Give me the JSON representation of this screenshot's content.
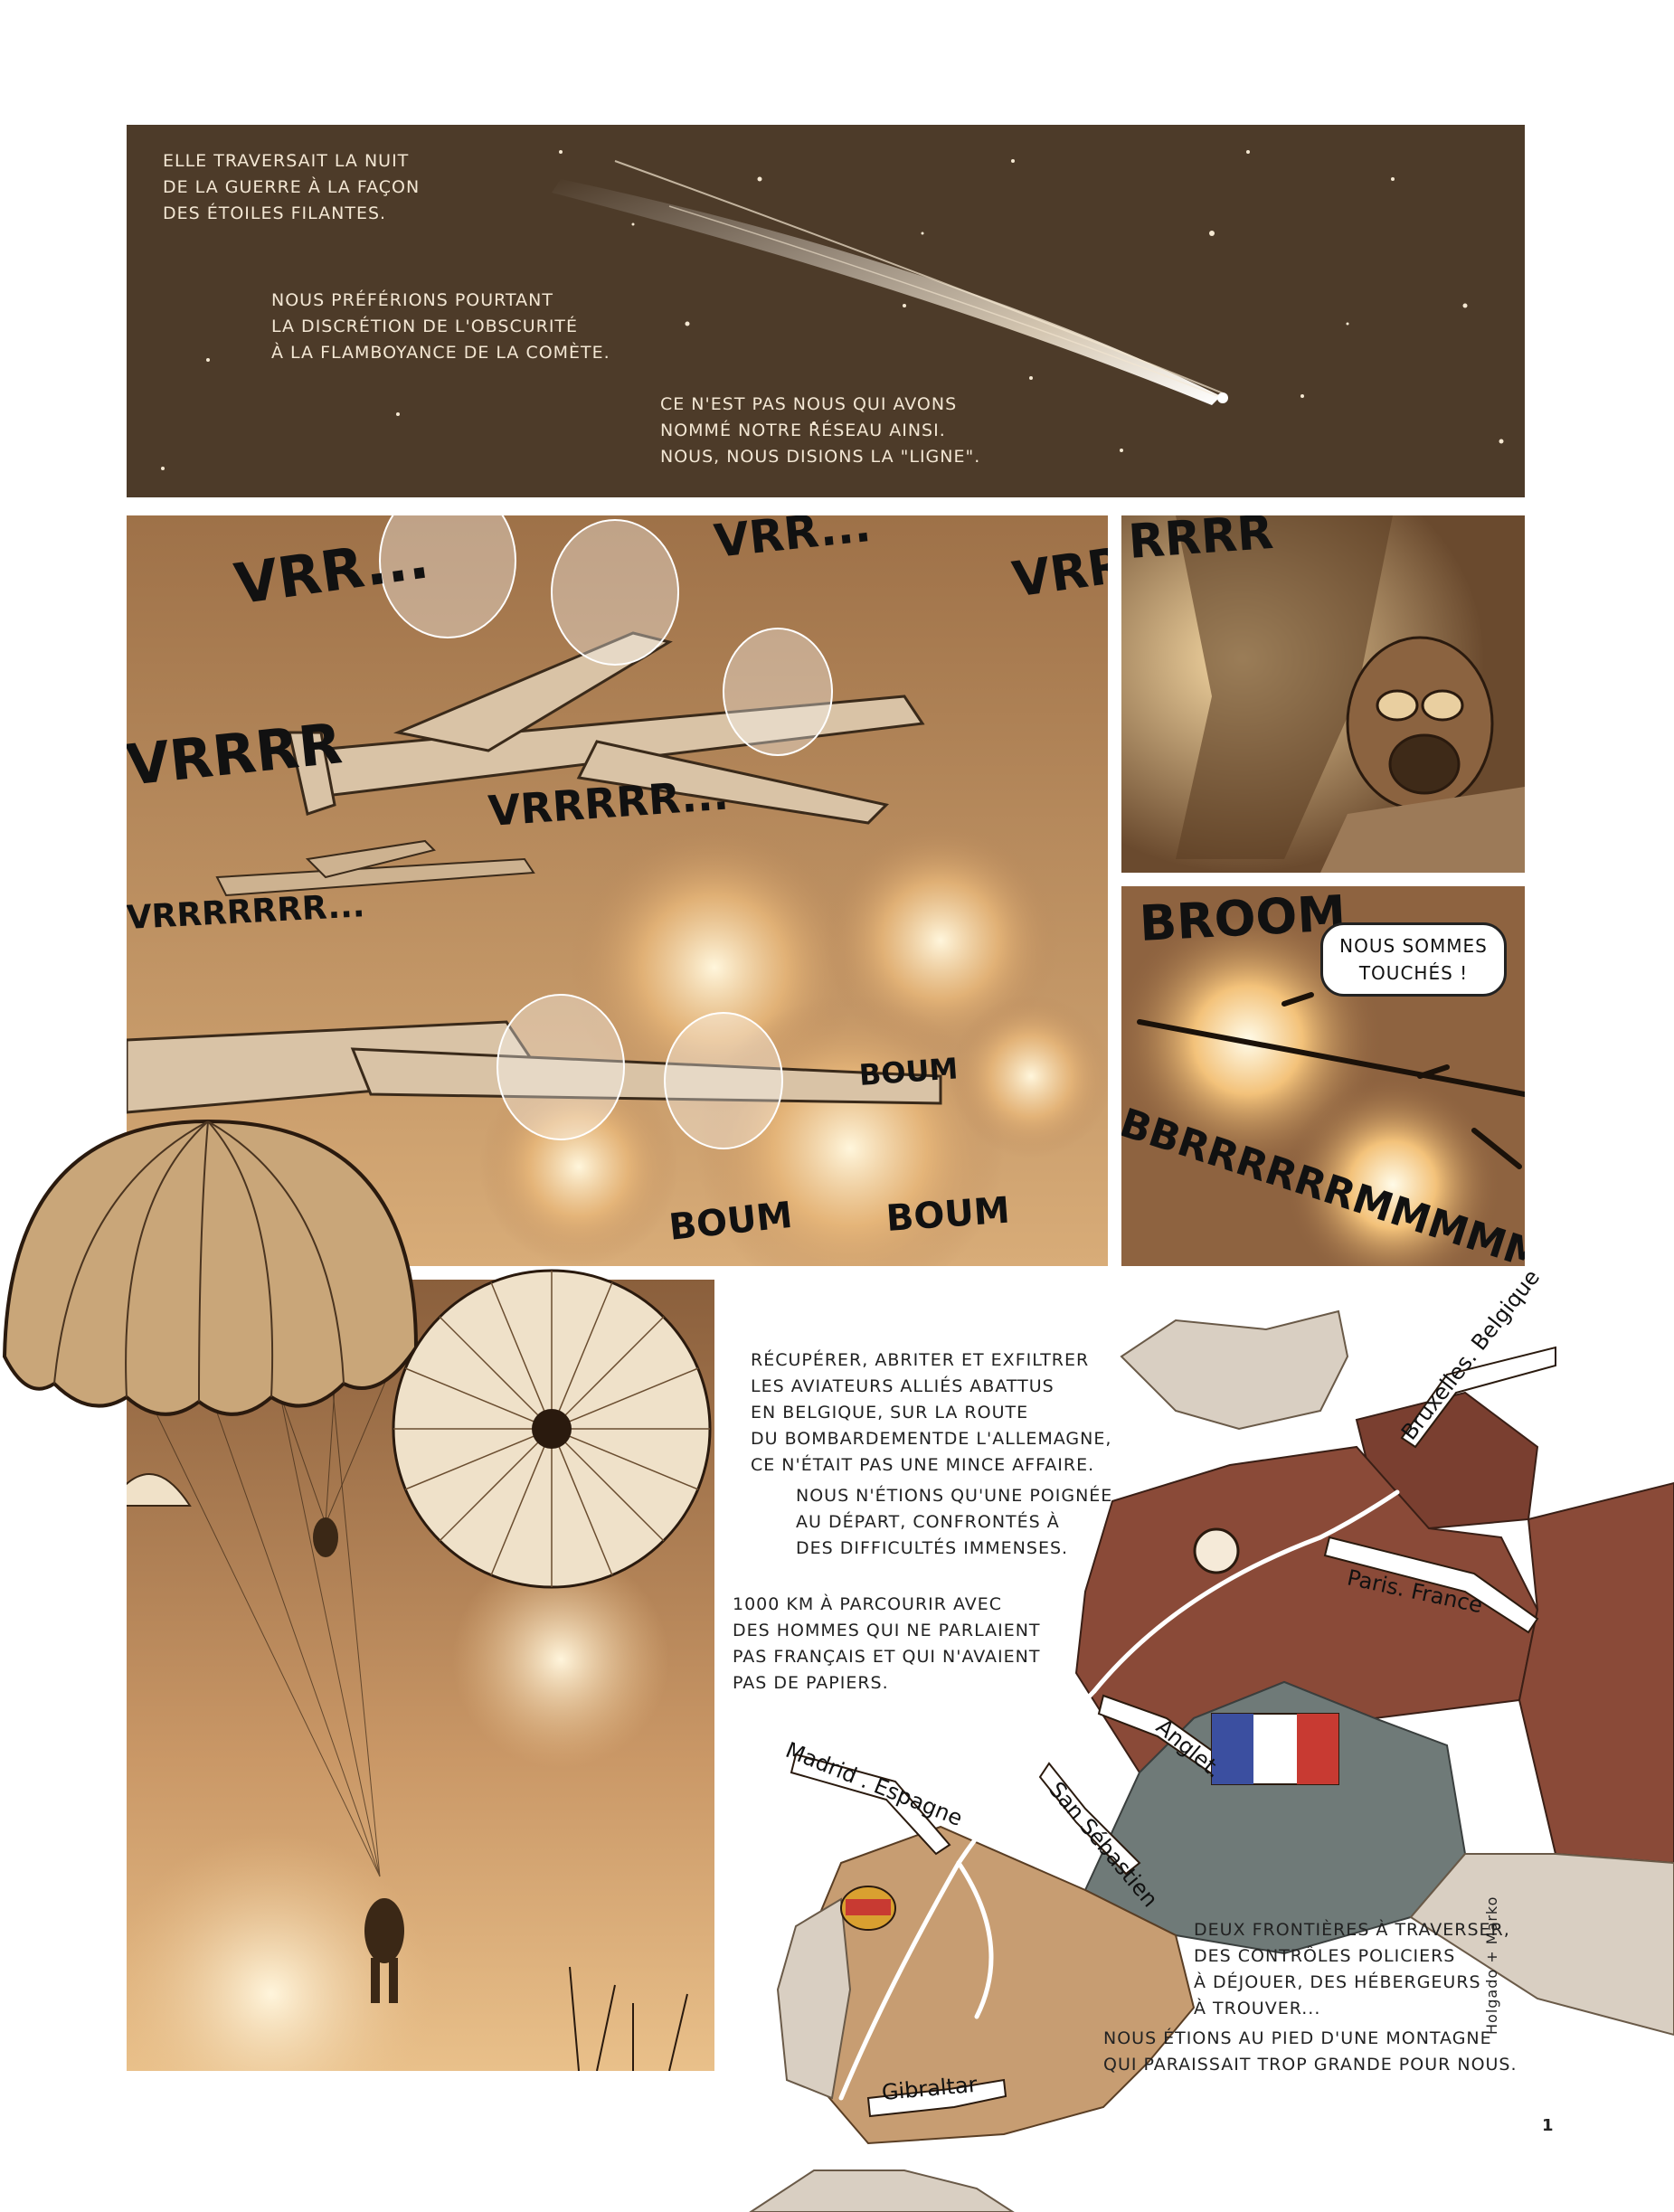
{
  "captions": {
    "panel1_a": "ELLE TRAVERSAIT LA NUIT\nDE LA GUERRE À LA FAÇON\nDES ÉTOILES FILANTES.",
    "panel1_b": "NOUS PRÉFÉRIONS POURTANT\nLA DISCRÉTION DE L'OBSCURITÉ\nÀ LA FLAMBOYANCE DE LA COMÈTE.",
    "panel1_c": "CE N'EST PAS NOUS QUI AVONS\nNOMMÉ NOTRE RÉSEAU AINSI.\nNOUS, NOUS DISIONS LA \"LIGNE\".",
    "map_a": "RÉCUPÉRER, ABRITER ET EXFILTRER\nLES AVIATEURS ALLIÉS ABATTUS\nEN BELGIQUE, SUR LA ROUTE\nDU BOMBARDEMENTDE L'ALLEMAGNE,\nCE N'ÉTAIT PAS UNE MINCE AFFAIRE.",
    "map_b": "NOUS N'ÉTIONS QU'UNE POIGNÉE\nAU DÉPART, CONFRONTÉS À\nDES DIFFICULTÉS IMMENSES.",
    "map_c": "1000 KM À PARCOURIR AVEC\nDES HOMMES QUI NE PARLAIENT\nPAS FRANÇAIS ET QUI N'AVAIENT\nPAS DE PAPIERS.",
    "map_d": "DEUX FRONTIÈRES À TRAVERSER,\nDES CONTRÔLES POLICIERS\nÀ DÉJOUER, DES HÉBERGEURS\nÀ TROUVER...",
    "map_e": "NOUS ÉTIONS AU PIED D'UNE MONTAGNE\nQUI PARAISSAIT TROP GRANDE POUR NOUS."
  },
  "sfx": {
    "vrr1": "VRR...",
    "vrr2": "VRR...",
    "vrrr": "VRRR",
    "vrrrr": "VRRRR",
    "vrrrrr": "VRRRRR...",
    "vrrrrrrr": "VRRRRRRR...",
    "rrr": "RRRR",
    "boum1": "BOUM",
    "boum2": "BOUM",
    "boum3": "BOUM",
    "broom": "BROOM",
    "brrrm": "BBRRRRRRMMMMM"
  },
  "balloon": {
    "text": "NOUS SOMMES\nTOUCHÉS !"
  },
  "map_labels": {
    "bruxelles": "Bruxelles. Belgique",
    "paris": "Paris. France",
    "anglet": "Anglet.",
    "madrid": "Madrid . Espagne",
    "san_sebastien": "San Sébastien",
    "gibraltar": "Gibraltar"
  },
  "signature": "Holgado + Marko",
  "page_number": "1",
  "colors": {
    "night_sky": "#4d3b29",
    "sepia_bg": "#b8875a",
    "sepia_light": "#e8c79a",
    "map_occupied": "#8a4a38",
    "map_vichy": "#6f7a78",
    "map_spain": "#c79d72",
    "map_other": "#d9cfc2"
  }
}
